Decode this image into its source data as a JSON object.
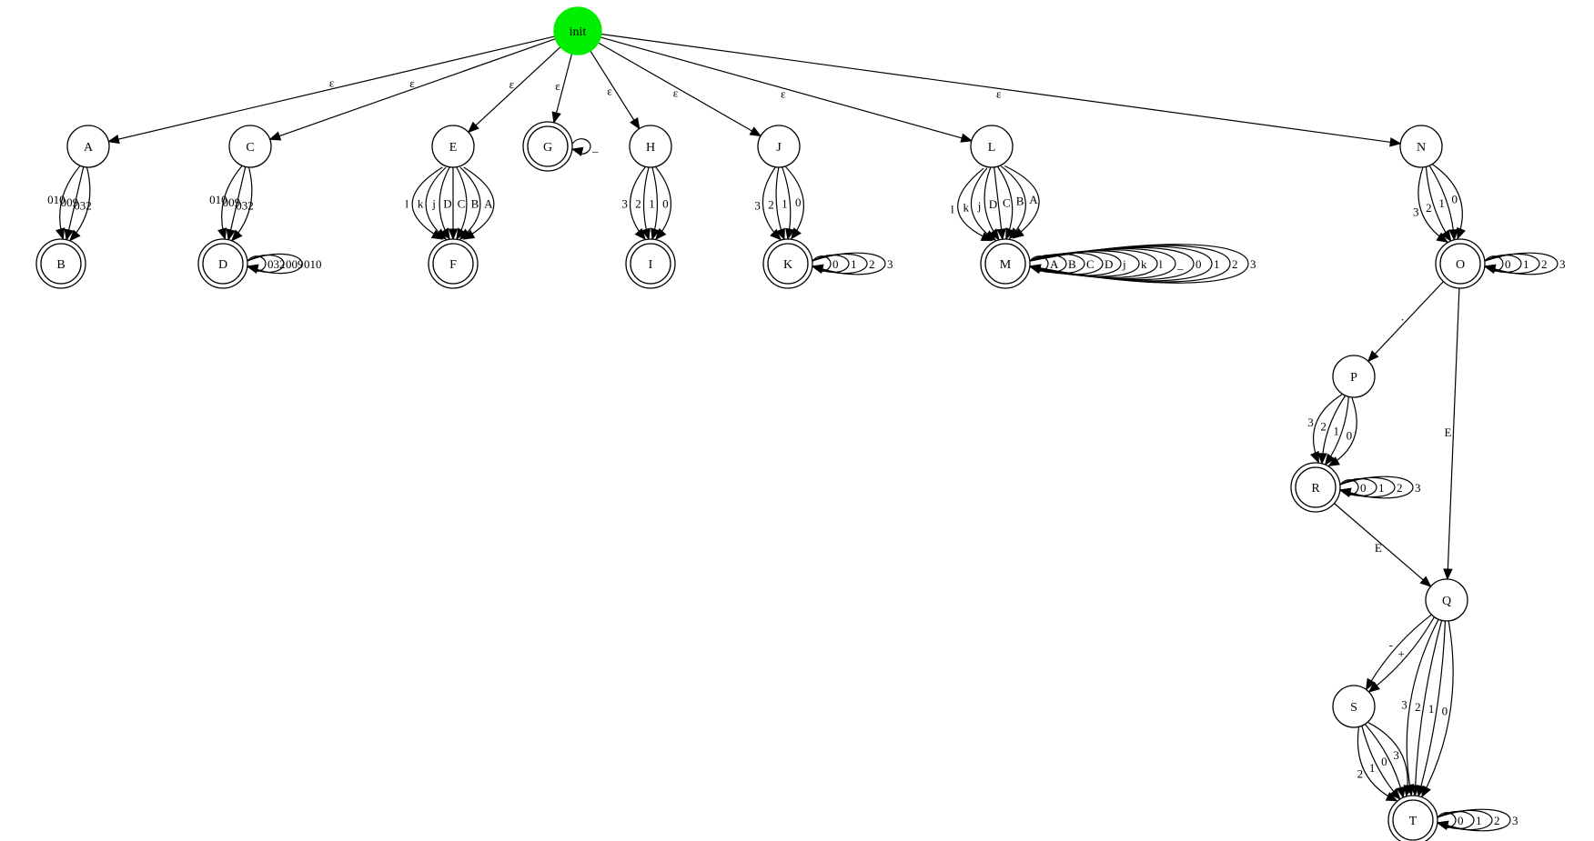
{
  "diagram": {
    "colors": {
      "stroke": "#000000",
      "background": "#ffffff",
      "start_fill": "#00ee00"
    },
    "nodes": [
      {
        "id": "init",
        "label": "init",
        "type": "start"
      },
      {
        "id": "A",
        "label": "A",
        "type": "normal"
      },
      {
        "id": "B",
        "label": "B",
        "type": "accept"
      },
      {
        "id": "C",
        "label": "C",
        "type": "normal"
      },
      {
        "id": "D",
        "label": "D",
        "type": "accept"
      },
      {
        "id": "E",
        "label": "E",
        "type": "normal"
      },
      {
        "id": "F",
        "label": "F",
        "type": "accept"
      },
      {
        "id": "G",
        "label": "G",
        "type": "accept"
      },
      {
        "id": "H",
        "label": "H",
        "type": "normal"
      },
      {
        "id": "I",
        "label": "I",
        "type": "accept"
      },
      {
        "id": "J",
        "label": "J",
        "type": "normal"
      },
      {
        "id": "K",
        "label": "K",
        "type": "accept"
      },
      {
        "id": "L",
        "label": "L",
        "type": "normal"
      },
      {
        "id": "M",
        "label": "M",
        "type": "accept"
      },
      {
        "id": "N",
        "label": "N",
        "type": "normal"
      },
      {
        "id": "O",
        "label": "O",
        "type": "accept"
      },
      {
        "id": "P",
        "label": "P",
        "type": "normal"
      },
      {
        "id": "R",
        "label": "R",
        "type": "accept"
      },
      {
        "id": "Q",
        "label": "Q",
        "type": "normal"
      },
      {
        "id": "S",
        "label": "S",
        "type": "normal"
      },
      {
        "id": "T",
        "label": "T",
        "type": "accept"
      }
    ],
    "edges": [
      {
        "from": "init",
        "to": "A",
        "label": "ε"
      },
      {
        "from": "init",
        "to": "C",
        "label": "ε"
      },
      {
        "from": "init",
        "to": "E",
        "label": "ε"
      },
      {
        "from": "init",
        "to": "G",
        "label": "ε"
      },
      {
        "from": "init",
        "to": "H",
        "label": "ε"
      },
      {
        "from": "init",
        "to": "J",
        "label": "ε"
      },
      {
        "from": "init",
        "to": "L",
        "label": "ε"
      },
      {
        "from": "init",
        "to": "N",
        "label": "ε"
      },
      {
        "from": "A",
        "to": "B",
        "label": "032"
      },
      {
        "from": "A",
        "to": "B",
        "label": "009"
      },
      {
        "from": "A",
        "to": "B",
        "label": "010"
      },
      {
        "from": "C",
        "to": "D",
        "label": "032"
      },
      {
        "from": "C",
        "to": "D",
        "label": "009"
      },
      {
        "from": "C",
        "to": "D",
        "label": "010"
      },
      {
        "from": "D",
        "to": "D",
        "label": "032"
      },
      {
        "from": "D",
        "to": "D",
        "label": "009"
      },
      {
        "from": "D",
        "to": "D",
        "label": "010"
      },
      {
        "from": "E",
        "to": "F",
        "label": "A"
      },
      {
        "from": "E",
        "to": "F",
        "label": "B"
      },
      {
        "from": "E",
        "to": "F",
        "label": "C"
      },
      {
        "from": "E",
        "to": "F",
        "label": "D"
      },
      {
        "from": "E",
        "to": "F",
        "label": "j"
      },
      {
        "from": "E",
        "to": "F",
        "label": "k"
      },
      {
        "from": "E",
        "to": "F",
        "label": "l"
      },
      {
        "from": "G",
        "to": "G",
        "label": "_"
      },
      {
        "from": "H",
        "to": "I",
        "label": "0"
      },
      {
        "from": "H",
        "to": "I",
        "label": "1"
      },
      {
        "from": "H",
        "to": "I",
        "label": "2"
      },
      {
        "from": "H",
        "to": "I",
        "label": "3"
      },
      {
        "from": "J",
        "to": "K",
        "label": "0"
      },
      {
        "from": "J",
        "to": "K",
        "label": "1"
      },
      {
        "from": "J",
        "to": "K",
        "label": "2"
      },
      {
        "from": "J",
        "to": "K",
        "label": "3"
      },
      {
        "from": "K",
        "to": "K",
        "label": "0"
      },
      {
        "from": "K",
        "to": "K",
        "label": "1"
      },
      {
        "from": "K",
        "to": "K",
        "label": "2"
      },
      {
        "from": "K",
        "to": "K",
        "label": "3"
      },
      {
        "from": "L",
        "to": "M",
        "label": "A"
      },
      {
        "from": "L",
        "to": "M",
        "label": "B"
      },
      {
        "from": "L",
        "to": "M",
        "label": "C"
      },
      {
        "from": "L",
        "to": "M",
        "label": "D"
      },
      {
        "from": "L",
        "to": "M",
        "label": "j"
      },
      {
        "from": "L",
        "to": "M",
        "label": "k"
      },
      {
        "from": "L",
        "to": "M",
        "label": "l"
      },
      {
        "from": "M",
        "to": "M",
        "label": "A"
      },
      {
        "from": "M",
        "to": "M",
        "label": "B"
      },
      {
        "from": "M",
        "to": "M",
        "label": "C"
      },
      {
        "from": "M",
        "to": "M",
        "label": "D"
      },
      {
        "from": "M",
        "to": "M",
        "label": "j"
      },
      {
        "from": "M",
        "to": "M",
        "label": "k"
      },
      {
        "from": "M",
        "to": "M",
        "label": "l"
      },
      {
        "from": "M",
        "to": "M",
        "label": "_"
      },
      {
        "from": "M",
        "to": "M",
        "label": "0"
      },
      {
        "from": "M",
        "to": "M",
        "label": "1"
      },
      {
        "from": "M",
        "to": "M",
        "label": "2"
      },
      {
        "from": "M",
        "to": "M",
        "label": "3"
      },
      {
        "from": "N",
        "to": "O",
        "label": "0"
      },
      {
        "from": "N",
        "to": "O",
        "label": "1"
      },
      {
        "from": "N",
        "to": "O",
        "label": "2"
      },
      {
        "from": "N",
        "to": "O",
        "label": "3"
      },
      {
        "from": "O",
        "to": "O",
        "label": "0"
      },
      {
        "from": "O",
        "to": "O",
        "label": "1"
      },
      {
        "from": "O",
        "to": "O",
        "label": "2"
      },
      {
        "from": "O",
        "to": "O",
        "label": "3"
      },
      {
        "from": "O",
        "to": "P",
        "label": "."
      },
      {
        "from": "O",
        "to": "Q",
        "label": "E"
      },
      {
        "from": "P",
        "to": "R",
        "label": "0"
      },
      {
        "from": "P",
        "to": "R",
        "label": "1"
      },
      {
        "from": "P",
        "to": "R",
        "label": "2"
      },
      {
        "from": "P",
        "to": "R",
        "label": "3"
      },
      {
        "from": "R",
        "to": "R",
        "label": "0"
      },
      {
        "from": "R",
        "to": "R",
        "label": "1"
      },
      {
        "from": "R",
        "to": "R",
        "label": "2"
      },
      {
        "from": "R",
        "to": "R",
        "label": "3"
      },
      {
        "from": "R",
        "to": "Q",
        "label": "E"
      },
      {
        "from": "Q",
        "to": "S",
        "label": "+"
      },
      {
        "from": "Q",
        "to": "S",
        "label": "-"
      },
      {
        "from": "Q",
        "to": "T",
        "label": "0"
      },
      {
        "from": "Q",
        "to": "T",
        "label": "1"
      },
      {
        "from": "Q",
        "to": "T",
        "label": "2"
      },
      {
        "from": "Q",
        "to": "T",
        "label": "3"
      },
      {
        "from": "S",
        "to": "T",
        "label": "3"
      },
      {
        "from": "S",
        "to": "T",
        "label": "0"
      },
      {
        "from": "S",
        "to": "T",
        "label": "1"
      },
      {
        "from": "S",
        "to": "T",
        "label": "2"
      },
      {
        "from": "T",
        "to": "T",
        "label": "0"
      },
      {
        "from": "T",
        "to": "T",
        "label": "1"
      },
      {
        "from": "T",
        "to": "T",
        "label": "2"
      },
      {
        "from": "T",
        "to": "T",
        "label": "3"
      }
    ]
  }
}
